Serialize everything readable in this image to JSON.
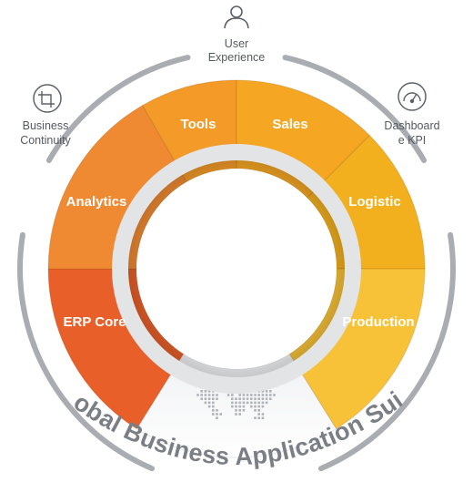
{
  "segments": [
    {
      "label": "Tools",
      "color": "#f39a28"
    },
    {
      "label": "Sales",
      "color": "#f5a623"
    },
    {
      "label": "Logistic",
      "color": "#f2b01f"
    },
    {
      "label": "Production",
      "color": "#f7c238"
    },
    {
      "label": "ERP Core",
      "color": "#e85f2a"
    },
    {
      "label": "Analytics",
      "color": "#ef8a33"
    }
  ],
  "outer_items": [
    {
      "label_lines": [
        "User",
        "Experience"
      ],
      "icon": "user-icon"
    },
    {
      "label_lines": [
        "Dashboard",
        "e KPI"
      ],
      "icon": "gauge-icon"
    },
    {
      "label_lines": [
        "Business",
        "Continuity"
      ],
      "icon": "crop-icon"
    }
  ],
  "title": "Global Business Application Suite",
  "colors": {
    "ring": "#8c9096",
    "inner_ring": "#e3e4e6",
    "world_map": "#aeb3b9"
  }
}
